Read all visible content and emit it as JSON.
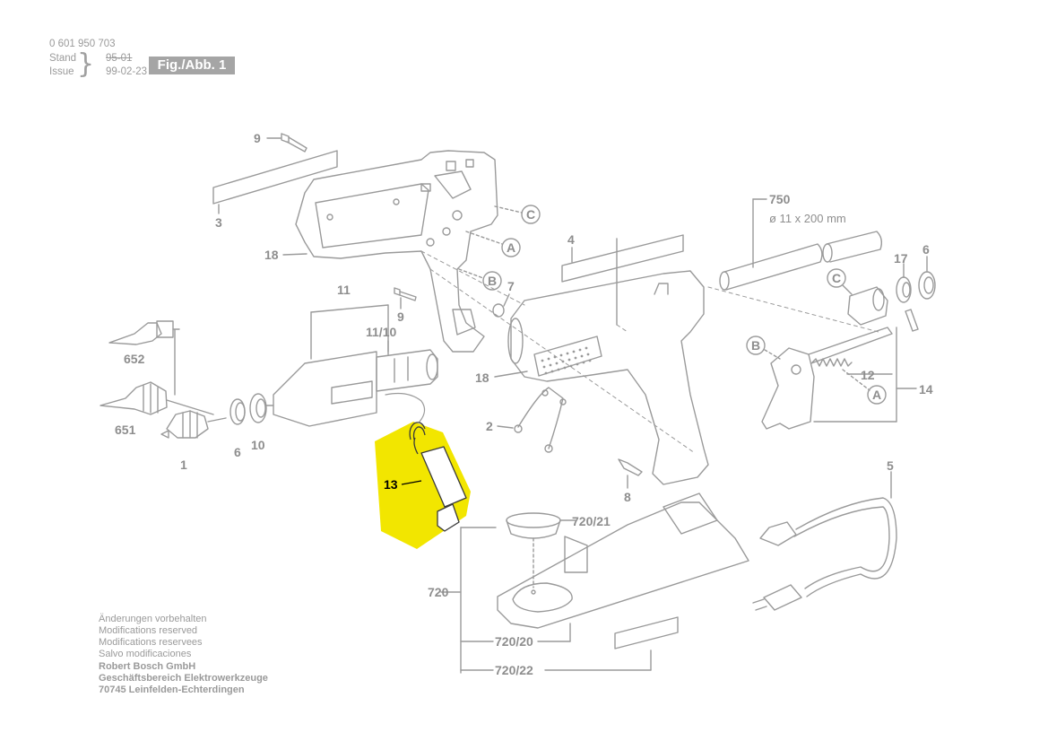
{
  "header": {
    "part_number": "0 601 950 703",
    "stand_label": "Stand",
    "issue_label": "Issue",
    "old_date": "95-01",
    "date": "99-02-23",
    "figure": "Fig./Abb. 1"
  },
  "labels": {
    "p9a": "9",
    "p3": "3",
    "p18a": "18",
    "pC1": "C",
    "pA1": "A",
    "pB1": "B",
    "p7": "7",
    "p11": "11",
    "p9b": "9",
    "p1110": "11/10",
    "p652": "652",
    "p651": "651",
    "p1": "1",
    "p6a": "6",
    "p10": "10",
    "p13": "13",
    "p4": "4",
    "p18b": "18",
    "p2": "2",
    "p8": "8",
    "p750": "750",
    "p750_dim": "ø 11 x 200 mm",
    "p17": "17",
    "p6b": "6",
    "pC2": "C",
    "pB2": "B",
    "p12": "12",
    "pA2": "A",
    "p14": "14",
    "p5": "5",
    "p72021": "720/21",
    "p720": "720",
    "p72020": "720/20",
    "p72022": "720/22"
  },
  "footer": {
    "line1": "Änderungen vorbehalten",
    "line2": "Modifications reserved",
    "line3": "Modifications reservees",
    "line4": "Salvo modificaciones",
    "line5": "Robert Bosch GmbH",
    "line6": "Geschäftsbereich Elektrowerkzeuge",
    "line7": "70745 Leinfelden-Echterdingen"
  },
  "colors": {
    "line": "#9a9a9a",
    "highlight": "#f2e600",
    "badge": "#a5a5a5"
  }
}
